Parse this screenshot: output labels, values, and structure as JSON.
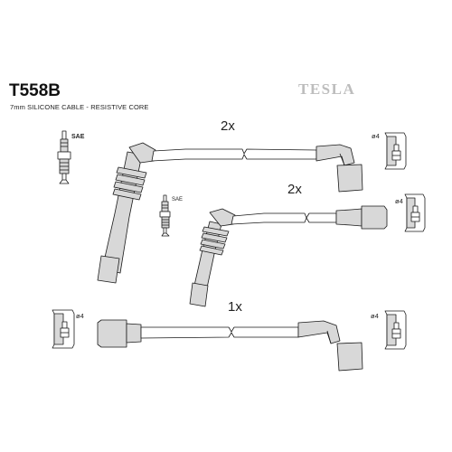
{
  "header": {
    "part_code": "T558B",
    "subtitle": "7mm SILICONE CABLE - RESISTIVE CORE",
    "brand": "TESLA"
  },
  "leads": [
    {
      "quantity": "2x"
    },
    {
      "quantity": "2x"
    },
    {
      "quantity": "1x"
    }
  ],
  "spark_plugs": [
    {
      "label": "SAE"
    },
    {
      "label": "SAE"
    }
  ],
  "terminal_diameters": [
    {
      "label": "ø4"
    },
    {
      "label": "ø4"
    },
    {
      "label": "ø4"
    },
    {
      "label": "ø4"
    }
  ],
  "colors": {
    "line": "#1a1a1a",
    "fill": "#d8d8d8",
    "fill_dark": "#bdbdbd",
    "brand": "#bdbdbd"
  }
}
